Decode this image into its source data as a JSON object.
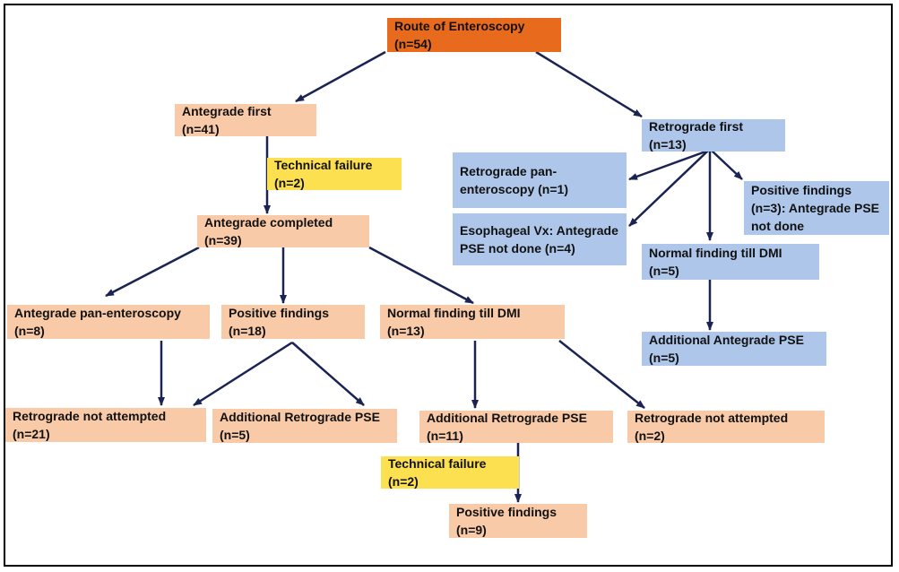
{
  "nodes": {
    "root": {
      "label": "Route of Enteroscopy (n=54)",
      "color": "#e86a1c"
    },
    "ante_first": {
      "label": "Antegrade first (n=41)",
      "color": "#f8caa8"
    },
    "tech_fail_1": {
      "label": "Technical failure (n=2)",
      "color": "#fde04f"
    },
    "ante_completed": {
      "label": "Antegrade completed (n=39)",
      "color": "#f8caa8"
    },
    "ante_pan": {
      "label": "Antegrade pan-enteroscopy (n=8)",
      "color": "#f8caa8"
    },
    "pos_18": {
      "label": "Positive findings (n=18)",
      "color": "#f8caa8"
    },
    "normal_13": {
      "label": "Normal finding till DMI (n=13)",
      "color": "#f8caa8"
    },
    "retro_not_21": {
      "label": "Retrograde not attempted (n=21)",
      "color": "#f8caa8"
    },
    "add_retro_5": {
      "label": "Additional Retrograde PSE (n=5)",
      "color": "#f8caa8"
    },
    "add_retro_11": {
      "label": "Additional Retrograde PSE (n=11)",
      "color": "#f8caa8"
    },
    "retro_not_2": {
      "label": "Retrograde not attempted (n=2)",
      "color": "#f8caa8"
    },
    "tech_fail_2": {
      "label": "Technical failure (n=2)",
      "color": "#fde04f"
    },
    "pos_9": {
      "label": "Positive findings (n=9)",
      "color": "#f8caa8"
    },
    "retro_first": {
      "label": "Retrograde first (n=13)",
      "color": "#aec6ea"
    },
    "retro_pan": {
      "label": "Retrograde pan-enteroscopy (n=1)",
      "color": "#aec6ea"
    },
    "eso_vx": {
      "label": "Esophageal Vx: Antegrade PSE not done (n=4)",
      "color": "#aec6ea"
    },
    "pos_3": {
      "label": "Positive findings (n=3): Antegrade PSE not done",
      "color": "#aec6ea"
    },
    "normal_5": {
      "label": "Normal finding till DMI (n=5)",
      "color": "#aec6ea"
    },
    "add_ante_5": {
      "label": "Additional Antegrade PSE (n=5)",
      "color": "#aec6ea"
    }
  },
  "edges": [
    [
      "root",
      "ante_first"
    ],
    [
      "root",
      "retro_first"
    ],
    [
      "ante_first",
      "ante_completed"
    ],
    [
      "ante_completed",
      "ante_pan"
    ],
    [
      "ante_completed",
      "pos_18"
    ],
    [
      "ante_completed",
      "normal_13"
    ],
    [
      "ante_pan",
      "retro_not_21"
    ],
    [
      "pos_18",
      "retro_not_21"
    ],
    [
      "pos_18",
      "add_retro_5"
    ],
    [
      "normal_13",
      "add_retro_11"
    ],
    [
      "normal_13",
      "retro_not_2"
    ],
    [
      "add_retro_11",
      "pos_9"
    ],
    [
      "retro_first",
      "retro_pan"
    ],
    [
      "retro_first",
      "eso_vx"
    ],
    [
      "retro_first",
      "normal_5"
    ],
    [
      "retro_first",
      "pos_3"
    ],
    [
      "normal_5",
      "add_ante_5"
    ]
  ],
  "arrow_color": "#1a2352",
  "border_color": "#000000"
}
